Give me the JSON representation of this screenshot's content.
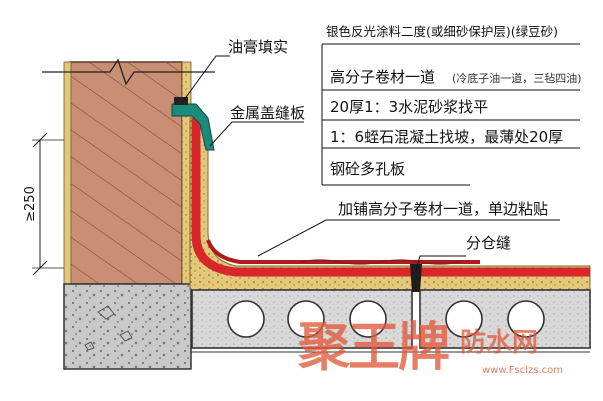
{
  "diagram": {
    "labels": {
      "sealant": "油膏填实",
      "metal_cover": "金属盖缝板",
      "coating": "银色反光涂料二度(或细砂保护层)(绿豆砂)",
      "membrane": "高分子卷材一道",
      "membrane_note": "(冷底子油一道，三毡四油)",
      "leveling": "20厚1：3水泥砂浆找平",
      "slope": "1：6蛭石混凝土找坡，最薄处20厚",
      "slab": "钢砼多孔板",
      "extra_membrane": "加铺高分子卷材一道，单边粘贴",
      "separation_joint": "分仓缝"
    },
    "dimension": {
      "text": "≥250"
    },
    "watermark": {
      "brand": "聚王牌",
      "suffix": "防水网",
      "url": "www.Fsclzs.com"
    },
    "colors": {
      "brick": "#c98f74",
      "membrane": "#d8262a",
      "mortar": "#e4c87a",
      "concrete": "#c9c9c9",
      "teal": "#1c8a7c",
      "watermark": "#e05a3a"
    }
  }
}
